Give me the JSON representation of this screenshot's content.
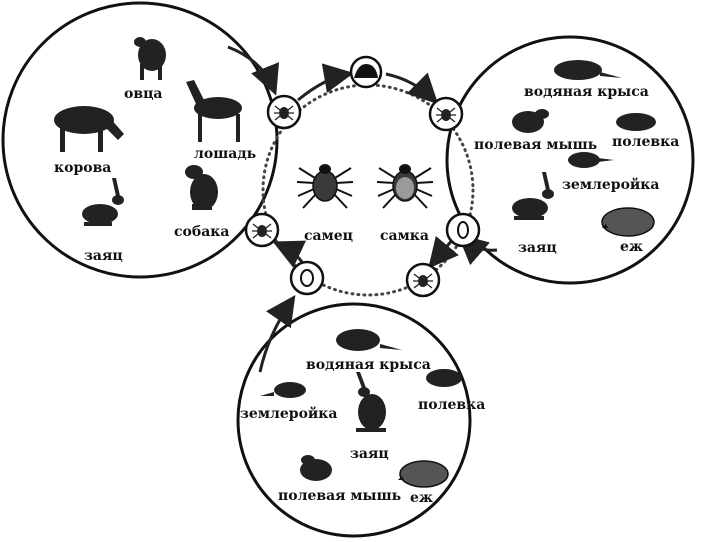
{
  "diagram": {
    "left_circle": {
      "hosts": [
        "овца",
        "лошадь",
        "корова",
        "собака",
        "заяц"
      ]
    },
    "right_circle": {
      "hosts": [
        "водяная крыса",
        "полевая мышь",
        "полевка",
        "землеройка",
        "заяц",
        "еж"
      ]
    },
    "bottom_circle": {
      "hosts": [
        "водяная крыса",
        "полевка",
        "землеройка",
        "заяц",
        "полевая мышь",
        "еж"
      ]
    },
    "center": {
      "male_label": "самец",
      "female_label": "самка"
    },
    "stage_icons": [
      "egg-mass-icon",
      "larva-icon",
      "nymph-icon",
      "egg-icon",
      "larva-icon",
      "nymph-icon"
    ]
  }
}
